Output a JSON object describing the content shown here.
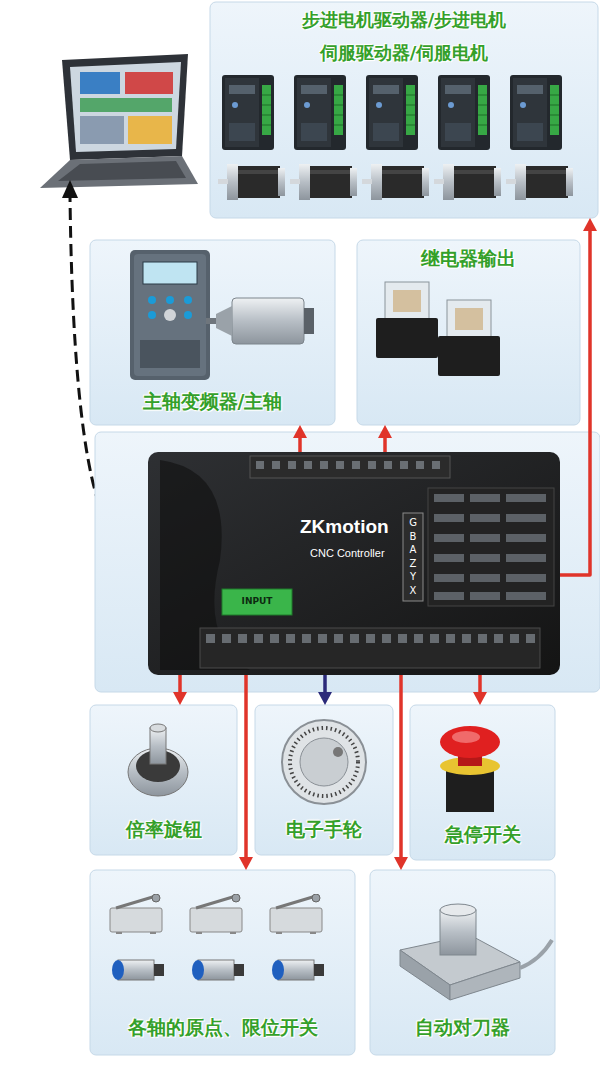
{
  "diagram": {
    "nodes": [
      {
        "text": [
          "步进电机驱动器/步进电机",
          "伺服驱动器/伺服电机"
        ]
      },
      {
        "text": [
          "主轴变频器/主轴"
        ]
      },
      {
        "text": [
          "继电器输出"
        ]
      },
      {
        "text": [
          "ZKmotion",
          "CNC Controller"
        ]
      },
      {
        "text": [
          "倍率旋钮"
        ]
      },
      {
        "text": [
          "电子手轮"
        ]
      },
      {
        "text": [
          "急停开关"
        ]
      },
      {
        "text": [
          "各轴的原点、限位开关"
        ]
      },
      {
        "text": [
          "自动对刀器"
        ]
      }
    ],
    "edges": [
      {
        "from": 3,
        "to": 0,
        "arrow": "to"
      },
      {
        "from": 3,
        "to": 1,
        "arrow": "to"
      },
      {
        "from": 3,
        "to": 2,
        "arrow": "to"
      },
      {
        "from": 3,
        "to": 4,
        "arrow": "to"
      },
      {
        "from": 3,
        "to": 5,
        "arrow": "to"
      },
      {
        "from": 3,
        "to": 6,
        "arrow": "to"
      },
      {
        "from": 3,
        "to": 7,
        "arrow": "to"
      },
      {
        "from": 3,
        "to": 8,
        "arrow": "to"
      }
    ],
    "labels": [
      "G",
      "B",
      "A",
      "Z",
      "Y",
      "X",
      "INPUT"
    ]
  }
}
